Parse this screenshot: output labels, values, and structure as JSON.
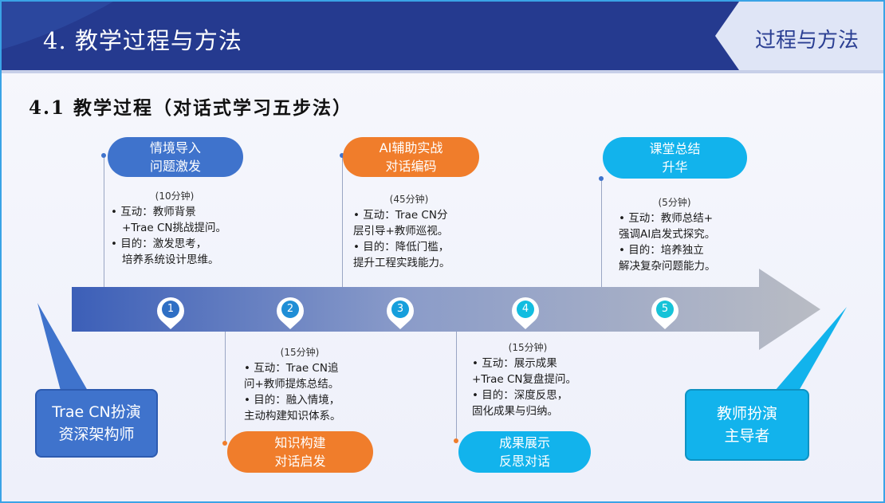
{
  "header": {
    "title": "4. 教学过程与方法",
    "tag": "过程与方法"
  },
  "section_title": "4.1 教学过程（对话式学习五步法）",
  "steps": [
    {
      "number": "1",
      "pill": [
        "情境导入",
        "问题激发"
      ],
      "duration": "(10分钟)",
      "lines": [
        "• 互动：教师背景",
        "+Trae CN挑战提问。",
        "• 目的：激发思考，",
        "培养系统设计思维。"
      ]
    },
    {
      "number": "2",
      "pill": [
        "知识构建",
        "对话启发"
      ],
      "duration": "(15分钟)",
      "lines": [
        "• 互动：Trae CN追",
        "问+教师提炼总结。",
        "• 目的：融入情境，",
        "主动构建知识体系。"
      ]
    },
    {
      "number": "3",
      "pill": [
        "AI辅助实战",
        "对话编码"
      ],
      "duration": "(45分钟)",
      "lines": [
        "• 互动：Trae CN分",
        "层引导+教师巡视。",
        "• 目的：降低门槛，",
        "提升工程实践能力。"
      ]
    },
    {
      "number": "4",
      "pill": [
        "成果展示",
        "反思对话"
      ],
      "duration": "(15分钟)",
      "lines": [
        "• 互动：展示成果",
        "+Trae CN复盘提问。",
        "• 目的：深度反思，",
        "固化成果与归纳。"
      ]
    },
    {
      "number": "5",
      "pill": [
        "课堂总结",
        "升华"
      ],
      "duration": "(5分钟)",
      "lines": [
        "• 互动：教师总结+",
        "强调AI启发式探究。",
        "• 目的：培养独立",
        "解决复杂问题能力。"
      ]
    }
  ],
  "roles": {
    "left": [
      "Trae CN扮演",
      "资深架构师"
    ],
    "right": [
      "教师扮演",
      "主导者"
    ]
  },
  "colors": {
    "blue": "#3f73cc",
    "orange": "#f07d2b",
    "cyan": "#12b3ec",
    "header_navy": "#253a8f"
  }
}
